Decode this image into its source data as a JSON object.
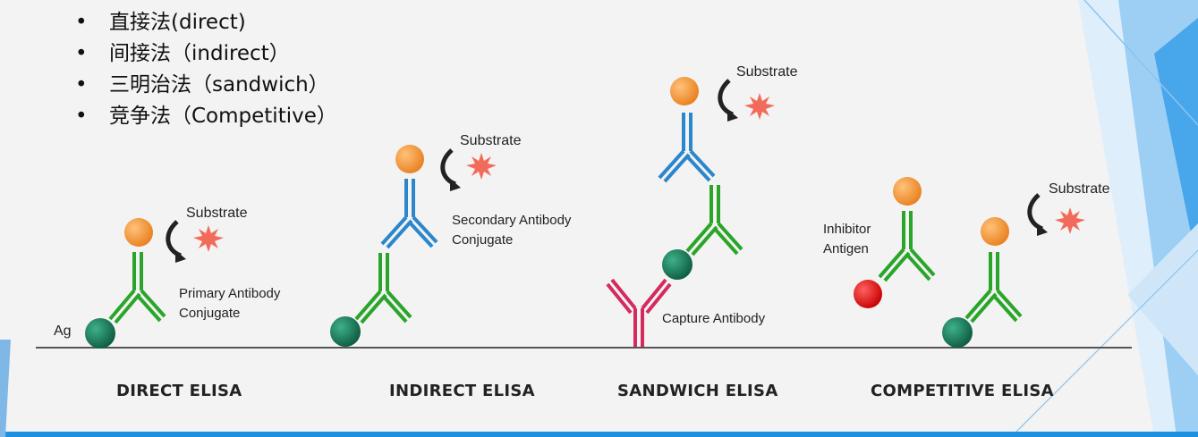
{
  "methods": [
    {
      "bullet": "•",
      "text": "直接法(direct)"
    },
    {
      "bullet": "•",
      "text": "间接法（indirect）"
    },
    {
      "bullet": "•",
      "text": "三明治法（sandwich）"
    },
    {
      "bullet": "•",
      "text": "竞争法（Competitive）"
    }
  ],
  "labels": {
    "ag": "Ag",
    "substrate": "Substrate",
    "primary_antibody_conjugate": [
      "Primary Antibody",
      "Conjugate"
    ],
    "secondary_antibody_conjugate": [
      "Secondary Antibody",
      "Conjugate"
    ],
    "capture_antibody": "Capture Antibody",
    "inhibitor_antigen": [
      "Inhibitor",
      "Antigen"
    ]
  },
  "panels": [
    {
      "title": "DIRECT ELISA"
    },
    {
      "title": "INDIRECT ELISA"
    },
    {
      "title": "SANDWICH ELISA"
    },
    {
      "title": "COMPETITIVE ELISA"
    }
  ],
  "colors": {
    "primary_antibody": "#2aa52a",
    "secondary_antibody": "#2b86cc",
    "capture_antibody": "#d42a5e",
    "enzyme": "#f08a2a",
    "substrate_burst": "#f26b5a",
    "antigen": "#137a55",
    "inhibitor_antigen": "#e21212",
    "surface_line": "#555555",
    "accent_blue": "#3aa0e8"
  }
}
